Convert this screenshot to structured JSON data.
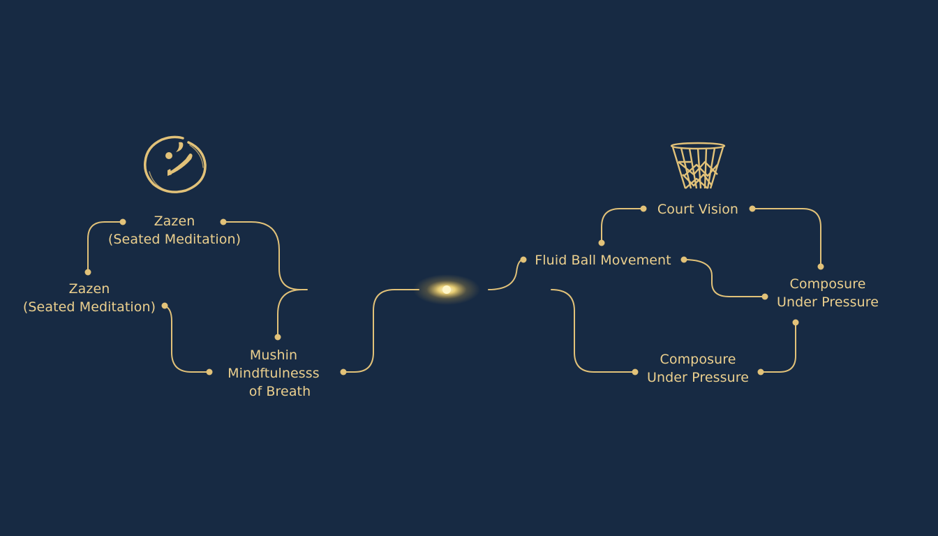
{
  "colors": {
    "background": "#172a43",
    "accent_gold": "#e6c57d",
    "text": "#ecd08e",
    "glow": "#fff3b0"
  },
  "icons": {
    "left": "enso-meditation-icon",
    "right": "basketball-hoop-icon"
  },
  "nodes": {
    "zazen_top": {
      "line1": "Zazen",
      "line2": "(Seated Meditation)"
    },
    "zazen_left": {
      "line1": "Zazen",
      "line2": "(Seated Meditation)"
    },
    "mushin": {
      "line1": "Mushin",
      "line2": "Mindftulnesss",
      "line3": "of Breath"
    },
    "fluid_ball": {
      "line1": "Fluid Ball Movement"
    },
    "court_vision": {
      "line1": "Court Vision"
    },
    "composure_right": {
      "line1": "Composure",
      "line2": "Under Pressure"
    },
    "composure_bottom": {
      "line1": "Composure",
      "line2": "Under Pressure"
    }
  },
  "center": {
    "label": "glowing-junction"
  }
}
